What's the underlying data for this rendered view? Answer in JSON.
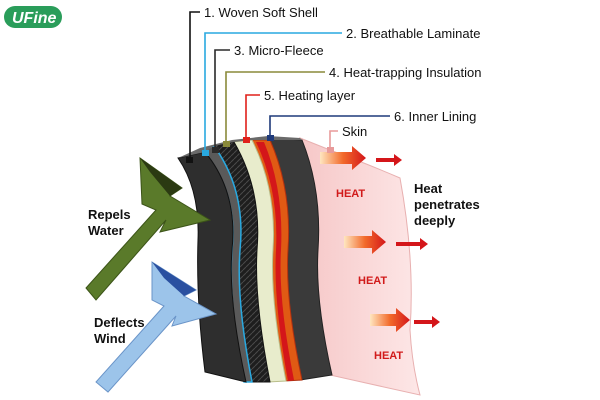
{
  "logo": {
    "text": "UFine"
  },
  "layers": [
    {
      "label": "1. Woven Soft Shell",
      "color": "#1a1a1a"
    },
    {
      "label": "2. Breathable Laminate",
      "color": "#29a9e0"
    },
    {
      "label": "3. Micro-Fleece",
      "color": "#2a2a2a"
    },
    {
      "label": "4. Heat-trapping Insulation",
      "color": "#8a8a3a"
    },
    {
      "label": "5. Heating layer",
      "color": "#e0201a"
    },
    {
      "label": "6. Inner Lining",
      "color": "#1f3a7a"
    }
  ],
  "skin_label": "Skin",
  "left_labels": {
    "repels_line1": "Repels",
    "repels_line2": "Water",
    "deflects_line1": "Deflects",
    "deflects_line2": "Wind"
  },
  "right_labels": {
    "line1": "Heat",
    "line2": "penetrates",
    "line3": "deeply"
  },
  "heat_labels": [
    "HEAT",
    "HEAT",
    "HEAT"
  ]
}
